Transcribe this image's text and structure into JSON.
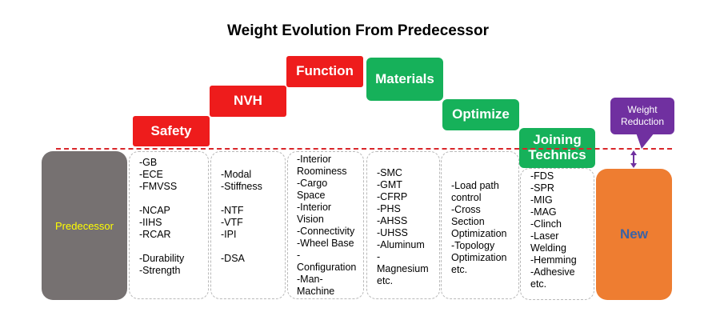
{
  "title": "Weight Evolution From Predecessor",
  "predecessor": "Predecessor",
  "new": "New",
  "weight_reduction": [
    "Weight",
    "Reduction"
  ],
  "colors": {
    "red": "#ee1c1c",
    "green": "#16b15a",
    "purple": "#7030a0",
    "orange": "#ee7d31",
    "grey": "#767171",
    "dash": "#d9262a"
  },
  "categories": [
    {
      "label": [
        "Safety"
      ],
      "color": "red",
      "items": [
        "-GB",
        "-ECE",
        "-FMVSS",
        "",
        "-NCAP",
        "-IIHS",
        "-RCAR",
        "",
        "-Durability",
        "-Strength"
      ]
    },
    {
      "label": [
        "NVH"
      ],
      "color": "red",
      "items": [
        "-Modal",
        "-Stiffness",
        "",
        "-NTF",
        "-VTF",
        "-IPI",
        "",
        "-DSA"
      ]
    },
    {
      "label": [
        "Function"
      ],
      "color": "red",
      "items": [
        "-Interior",
        "Roominess",
        "-Cargo",
        "Space",
        "-Interior",
        "Vision",
        "-Connectivity",
        "-Wheel Base",
        "-",
        "Configuration",
        "-Man-",
        "Machine"
      ]
    },
    {
      "label": [
        "Materials"
      ],
      "color": "green",
      "items": [
        "-SMC",
        "-GMT",
        "-CFRP",
        "-PHS",
        "-AHSS",
        "-UHSS",
        "-Aluminum",
        "-",
        "Magnesium",
        "etc."
      ]
    },
    {
      "label": [
        "Optimize"
      ],
      "color": "green",
      "items": [
        "-Load path",
        "control",
        "-Cross",
        "Section",
        "Optimization",
        "-Topology",
        "Optimization",
        "etc."
      ]
    },
    {
      "label": [
        "Joining",
        "Technics"
      ],
      "color": "green",
      "items": [
        "-FDS",
        "-SPR",
        "-MIG",
        "-MAG",
        "-Clinch",
        "-Laser",
        "Welding",
        "-Hemming",
        "-Adhesive",
        "etc."
      ]
    }
  ]
}
